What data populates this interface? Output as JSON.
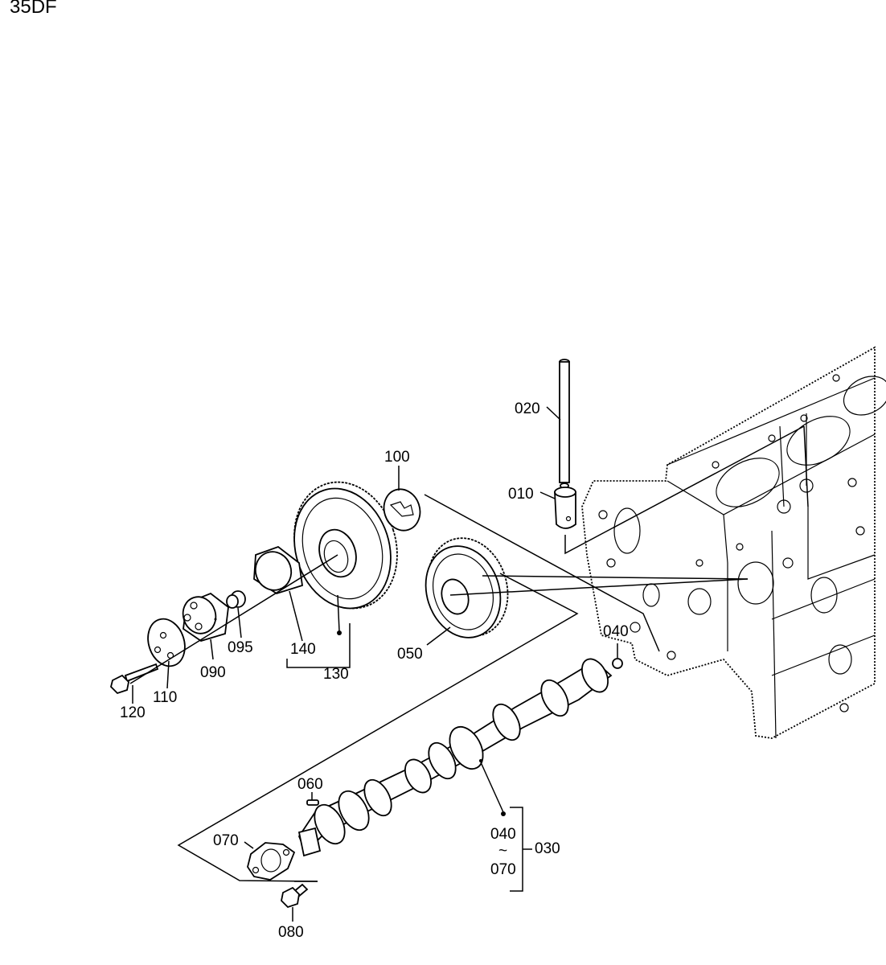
{
  "corner_text": "35DF",
  "labels": {
    "l010": "010",
    "l020": "020",
    "l030": "030",
    "l040a": "040",
    "l040b": "040",
    "l050": "050",
    "l060": "060",
    "l070a": "070",
    "l070b": "070",
    "l080": "080",
    "l090": "090",
    "l095": "095",
    "l100": "100",
    "l110": "110",
    "l120": "120",
    "l130": "130",
    "l140": "140",
    "tilde": "~"
  }
}
